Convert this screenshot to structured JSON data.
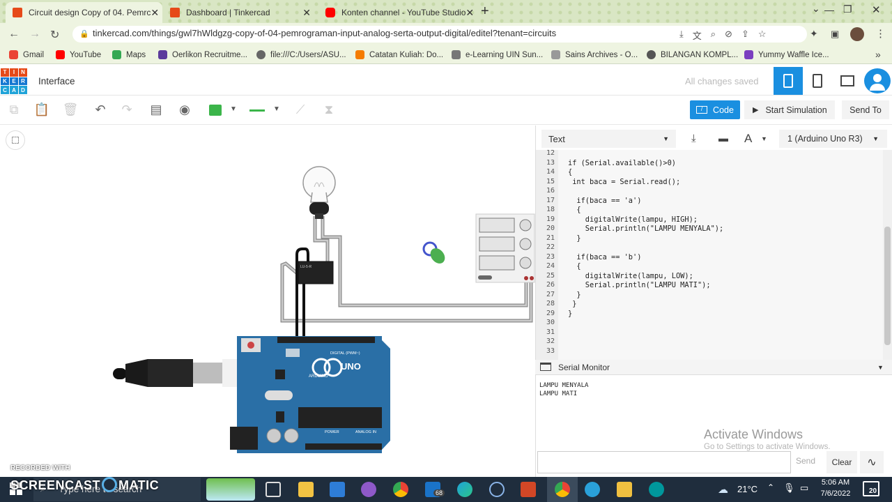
{
  "browser": {
    "tabs": [
      {
        "title": "Circuit design Copy of 04. Pemrc",
        "icon_color": "#e64a19"
      },
      {
        "title": "Dashboard | Tinkercad",
        "icon_color": "#e64a19"
      },
      {
        "title": "Konten channel - YouTube Studio",
        "icon_color": "#ff0000"
      }
    ],
    "new_tab": "+",
    "url": "tinkercad.com/things/gwl7hWldgzg-copy-of-04-pemrograman-input-analog-serta-output-digital/editel?tenant=circuits",
    "bookmarks": [
      "Gmail",
      "YouTube",
      "Maps",
      "Oerlikon Recruitme...",
      "file:///C:/Users/ASU...",
      "Catatan Kuliah: Do...",
      "e-Learning UIN Sun...",
      "Sains Archives - O...",
      "BILANGAN KOMPL...",
      "Yummy Waffle Ice..."
    ]
  },
  "app": {
    "logo_letters": [
      "TIN",
      "KER",
      "CAD"
    ],
    "title": "Interface",
    "save_status": "All changes saved",
    "code_button": "Code",
    "start_sim": "Start Simulation",
    "send_to": "Send To"
  },
  "code_panel": {
    "mode": "Text",
    "device": "1 (Arduino Uno R3)",
    "line_numbers": [
      "12",
      "13",
      "14",
      "15",
      "16",
      "17",
      "18",
      "19",
      "20",
      "21",
      "22",
      "23",
      "24",
      "25",
      "26",
      "27",
      "28",
      "29",
      "30",
      "31",
      "32",
      "33"
    ],
    "lines": [
      "",
      "if (Serial.available()>0)",
      "{",
      " int baca = Serial.read();",
      "",
      "  if(baca == 'a')",
      "  {",
      "    digitalWrite(lampu, HIGH);",
      "    Serial.println(\"LAMPU MENYALA\");",
      "  }",
      "",
      "  if(baca == 'b')",
      "  {",
      "    digitalWrite(lampu, LOW);",
      "    Serial.println(\"LAMPU MATI\");",
      "  }",
      " }",
      "}",
      "",
      "",
      "",
      ""
    ]
  },
  "serial_monitor": {
    "title": "Serial Monitor",
    "output": [
      "LAMPU MENYALA",
      "LAMPU MATI"
    ],
    "input_value": "",
    "send": "Send",
    "clear": "Clear"
  },
  "watermark": {
    "line1": "Activate Windows",
    "line2": "Go to Settings to activate Windows."
  },
  "recorder": {
    "recorded_with": "RECORDED WITH",
    "brand": "SCREENCAST",
    "brand2": "MATIC"
  },
  "taskbar": {
    "search_placeholder": "Type here to search",
    "mail_badge": "68",
    "temperature": "21°C",
    "time": "5:06 AM",
    "date": "7/6/2022",
    "notif_count": "20"
  },
  "relay_label": "LU-5-R",
  "arduino_text": {
    "brand": "UNO",
    "sub": "ARDUINO",
    "digital": "DIGITAL (PWM~)",
    "power": "POWER",
    "analog": "ANALOG IN"
  }
}
